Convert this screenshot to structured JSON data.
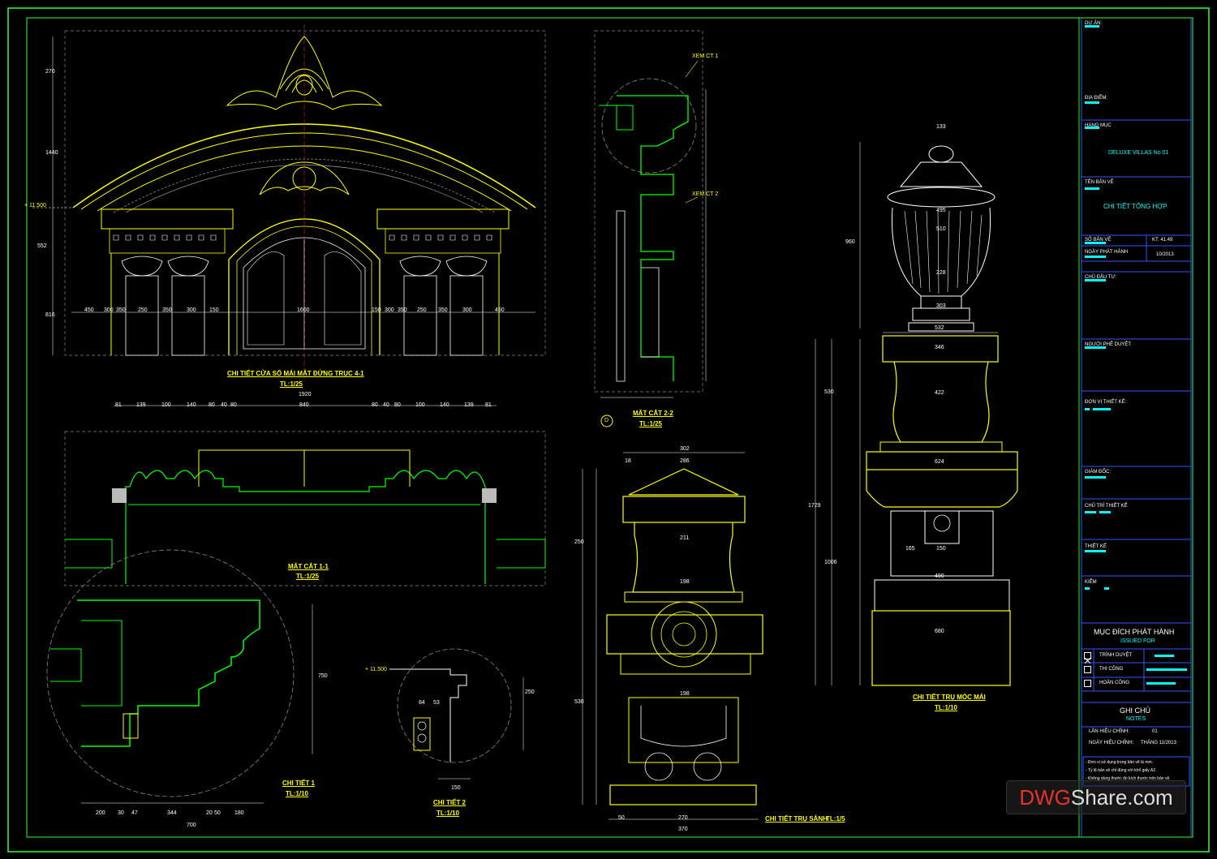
{
  "drawing": {
    "captions": {
      "elevation": "CHI TIẾT CỬA SỔ MÁI MẶT ĐỨNG TRỤC 4-1",
      "elevation_scale": "TL:1/25",
      "section22": "MẶT CẮT 2-2",
      "section22_scale": "TL:1/25",
      "section11": "MẶT CẮT 1-1",
      "section11_scale": "TL:1/25",
      "detail1": "CHI TIẾT 1",
      "detail1_scale": "TL:1/10",
      "detail2": "CHI TIẾT 2",
      "detail2_scale": "TL:1/10",
      "pier": "CHI TIẾT TRỤ SẢNH",
      "pier_scale": "TL:1/5",
      "roof_post": "CHI TIẾT TRỤ MÓC MÁI",
      "roof_post_scale": "TL:1/10",
      "see_ct1": "XEM CT 1",
      "see_ct2": "XEM CT 2",
      "axis_d": "D",
      "level": "+ 11.500"
    },
    "dims_top": [
      "450",
      "300",
      "350",
      "250",
      "350",
      "300",
      "150",
      "1600",
      "150",
      "300",
      "350",
      "250",
      "350",
      "300",
      "450"
    ],
    "dims_mid": [
      "81",
      "139",
      "100",
      "140",
      "80",
      "40",
      "80",
      "840",
      "80",
      "40",
      "80",
      "100",
      "140",
      "139",
      "81"
    ],
    "dims_mid_total": "1920",
    "dims_left": [
      "270",
      "1440",
      "552",
      "816"
    ],
    "dims_urn": [
      "133",
      "495",
      "510",
      "228",
      "303",
      "532",
      "346",
      "422",
      "624",
      "165",
      "150",
      "490",
      "680",
      "1729",
      "1006",
      "960",
      "530"
    ],
    "dims_pier": [
      "302",
      "286",
      "18",
      "211",
      "198",
      "198",
      "270",
      "370",
      "50",
      "530",
      "250"
    ],
    "dims_detail1": [
      "200",
      "30",
      "47",
      "344",
      "20",
      "50",
      "180",
      "700",
      "750"
    ],
    "dims_detail2": [
      "84",
      "53",
      "150",
      "250"
    ]
  },
  "title_block": {
    "project_label": "DỰ ÁN:",
    "location_label": "ĐỊA ĐIỂM:",
    "category_label": "HẠNG MỤC",
    "category_value": "DELUXE VILLAS No 01",
    "drawing_name_label": "TÊN BẢN VẼ",
    "drawing_name_value": "CHI TIẾT TỔNG HỢP",
    "sheet_no_label": "SỐ BẢN VẼ",
    "sheet_no_value": "KT: 41.49",
    "issue_date_label": "NGÀY PHÁT HÀNH",
    "issue_date_value": "10/2013",
    "investor_label": "CHỦ ĐẦU TƯ:",
    "approver_label": "NGƯỜI PHÊ DUYỆT:",
    "designer_unit_label": "ĐƠN VỊ THIẾT KẾ:",
    "director_label": "GIÁM ĐỐC:",
    "chief_label": "CHỦ TRÌ THIẾT KẾ",
    "design_label": "THIẾT KẾ",
    "check_label": "KIỂM",
    "purpose_title": "MỤC ĐÍCH PHÁT HÀNH",
    "purpose_sub": "ISSUED FOR",
    "opt_review": "TRÌNH DUYỆT",
    "opt_construction": "THI CÔNG",
    "opt_asbuilt": "HOÀN CÔNG",
    "notes_title": "GHI CHÚ",
    "notes_sub": "NOTES",
    "revision_label": "LẦN HIỆU CHỈNH:",
    "revision_value": "01",
    "revision_date_label": "NGÀY HIỆU CHỈNH:",
    "revision_date_value": "THÁNG 11/2013",
    "note1": "- Đơn vị sử dụng trong bản vẽ là mm.",
    "note2": "- Tỷ lệ bản vẽ chỉ đúng với khổ giấy A2.",
    "note3": "- Không dùng thước đo kích thước trên bản vẽ."
  },
  "watermark": {
    "dwg": "DWG",
    "share": "Share.com"
  },
  "colors": {
    "frame": "#33ff33",
    "yellow": "#ffff00",
    "green": "#00ff00",
    "white": "#ffffff",
    "cyan": "#00ffff",
    "gold": "#e8e000"
  }
}
